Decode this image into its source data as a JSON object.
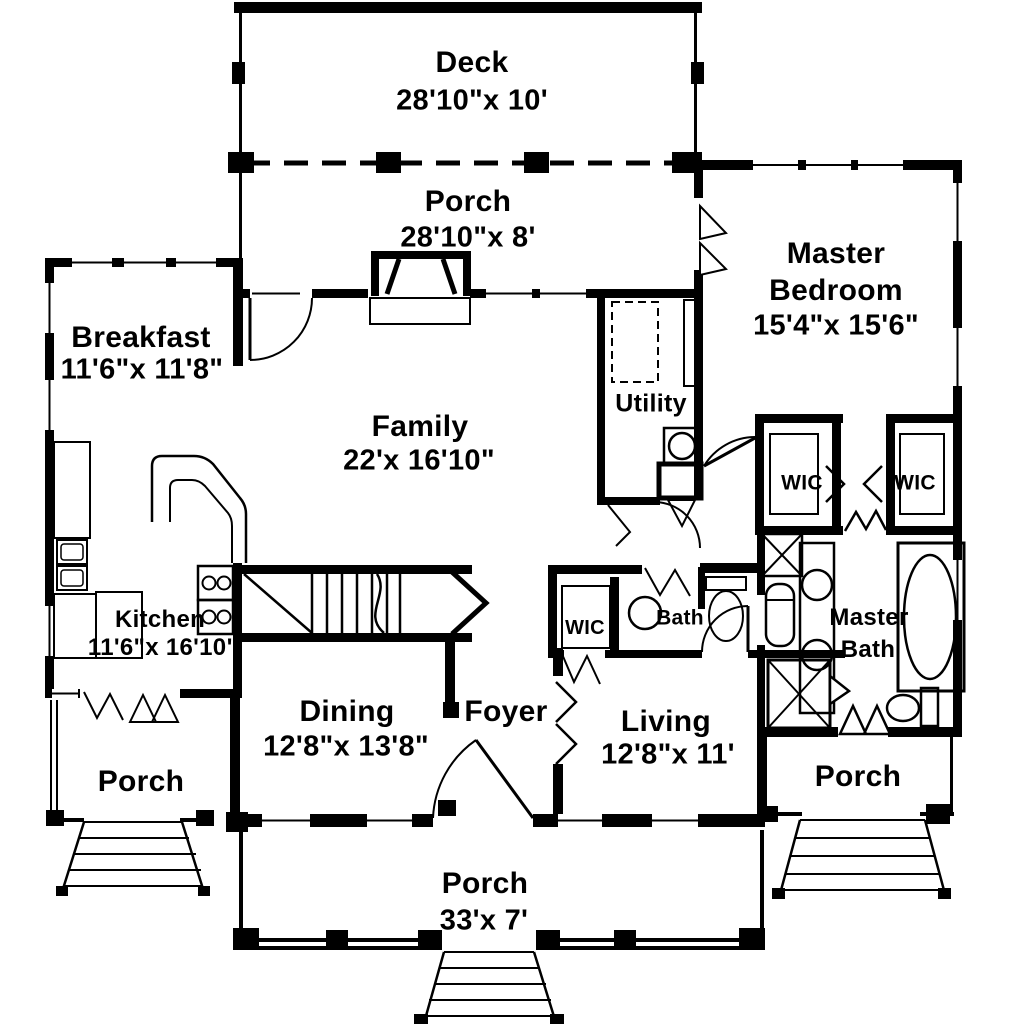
{
  "plan": {
    "bg_color": "#ffffff",
    "ink_color": "#000000",
    "rooms": {
      "deck": {
        "name": "Deck",
        "dims": "28'10\"x 10'"
      },
      "porch_top": {
        "name": "Porch",
        "dims": "28'10\"x 8'"
      },
      "master_bedroom": {
        "line1": "Master",
        "line2": "Bedroom",
        "dims": "15'4\"x 15'6\""
      },
      "breakfast": {
        "name": "Breakfast",
        "dims": "11'6\"x 11'8\""
      },
      "family": {
        "name": "Family",
        "dims": "22'x 16'10\""
      },
      "utility": {
        "name": "Utility"
      },
      "wic_left": {
        "name": "WIC"
      },
      "wic_right": {
        "name": "WIC"
      },
      "kitchen": {
        "name": "Kitchen",
        "dims": "11'6\"x 16'10\""
      },
      "wic_hall": {
        "name": "WIC"
      },
      "bath": {
        "name": "Bath"
      },
      "master_bath": {
        "line1": "Master",
        "line2": "Bath"
      },
      "dining": {
        "name": "Dining",
        "dims": "12'8\"x 13'8\""
      },
      "foyer": {
        "name": "Foyer"
      },
      "living": {
        "name": "Living",
        "dims": "12'8\"x 11'"
      },
      "porch_left": {
        "name": "Porch"
      },
      "porch_right": {
        "name": "Porch"
      },
      "porch_front": {
        "name": "Porch",
        "dims": "33'x 7'"
      }
    }
  }
}
